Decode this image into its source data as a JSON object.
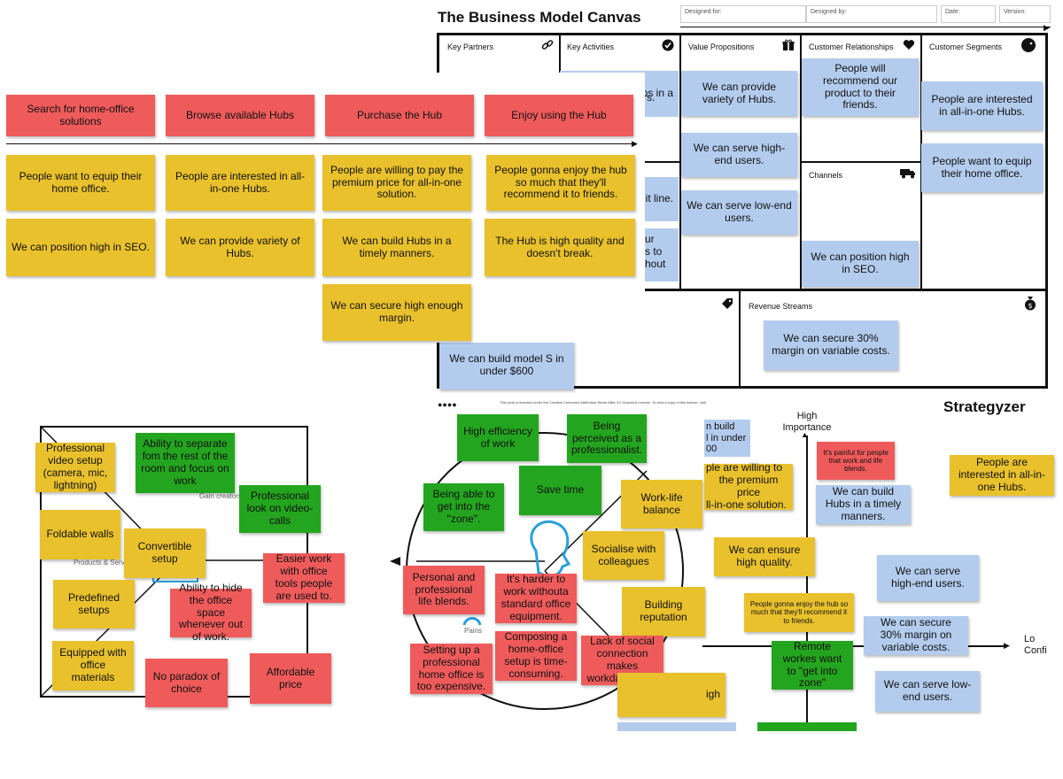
{
  "canvas": {
    "title": "The Business Model Canvas",
    "fields": {
      "designed_for": "Designed for:",
      "designed_by": "Designed by:",
      "date": "Date:",
      "version": "Version:"
    },
    "sections": {
      "key_partners": "Key Partners",
      "key_activities": "Key Activities",
      "value_propositions": "Value Propositions",
      "customer_relationships": "Customer Relationships",
      "customer_segments": "Customer Segments",
      "channels": "Channels",
      "revenue_streams": "Revenue Streams"
    },
    "partial_notes": {
      "a": "ps in a",
      "b": "rs.",
      "c": "lit line.",
      "d": "ur",
      "e": "s to",
      "f": "ithout"
    },
    "notes": {
      "vp1": "We can provide variety of Hubs.",
      "vp2": "We can serve high-end users.",
      "vp3": "We can serve low-end users.",
      "cr1": "People will recommend our product to their friends.",
      "cs1": "People are interested in all-in-one Hubs.",
      "cs2": "People want to equip their home office.",
      "ch1": "We can position high in SEO.",
      "rev1": "We can secure 30% margin on variable costs.",
      "cost1": "We can build model S in under $600"
    },
    "license": "This work is licensed under the Creative Commons Attribution-Share Alike 3.0 Unported License. To view a copy of this license, visit",
    "brand": "Strategyzer"
  },
  "journey": {
    "stages": [
      "Search for home-office solutions",
      "Browse available Hubs",
      "Purchase the Hub",
      "Enjoy using the Hub"
    ],
    "notes": [
      "People want to equip their home office.",
      "We can position high in SEO.",
      "People are interested in all-in-one Hubs.",
      "We can provide variety of Hubs.",
      "People are willing to pay the premium price for all-in-one solution.",
      "We can build Hubs in a timely manners.",
      "We can secure high enough margin.",
      "People gonna enjoy the hub so much that they'll recommend it to friends.",
      "The Hub is high quality and doesn't break."
    ]
  },
  "vpc_left": {
    "notes": {
      "video": "Professional video setup (camera, mic, lightning)",
      "separate": "Ability to separate fom the rest of the room and focus on work",
      "look": "Professional look on video-calls",
      "walls": "Foldable walls",
      "convertible": "Convertible setup",
      "easier": "Easier work with office tools people are used to.",
      "predefined": "Predefined setups",
      "hide": "Ability to hide the office space whenever out of work.",
      "equipped": "Equipped with office materials",
      "paradox": "No paradox of choice",
      "price": "Affordable price"
    },
    "labels": {
      "gain": "Gain creators",
      "products": "Products & Services"
    }
  },
  "vpc_right": {
    "notes": {
      "efficiency": "High efficiency of work",
      "perceived": "Being perceived as a professionalist.",
      "zone": "Being able to get into the \"zone\".",
      "time": "Save time",
      "balance": "Work-life balance",
      "socialise": "Socialise with colleagues",
      "reputation": "Building reputation",
      "blends": "Personal and professional life blends.",
      "harder": "It's harder to work withouta standard office equipment.",
      "expensive": "Setting up a professional home office is too expensive.",
      "composing": "Composing a home-office setup is time-consuming.",
      "social": "Lack of social connection makes workday duller."
    },
    "labels": {
      "pains": "Pains"
    }
  },
  "matrix": {
    "y_label": "High Importance",
    "x_label_partial": "Lo Confi",
    "partial_notes": {
      "a": "n build",
      "b": "l in under",
      "c": "00",
      "d": "ple are willing to",
      "e": "the premium price",
      "f": "ll-in-one solution.",
      "g": "igh"
    },
    "notes": {
      "painful": "It's painful for people that work and life blends.",
      "hubs_interest": "People are interested in all-in-one Hubs.",
      "timely": "We can build Hubs in a timely manners.",
      "quality": "We can ensure high quality.",
      "highend": "We can serve high-end users.",
      "enjoy": "People gonna enjoy the hub so much that they'll recommend it to friends.",
      "margin": "We can secure 30% margin on variable costs.",
      "remote": "Remote workes want to \"get into zone\"",
      "lowend": "We can serve low-end users."
    }
  },
  "colors": {
    "yellow": "#e9c12d",
    "red": "#ef5b5b",
    "green": "#24a51f",
    "blue": "#b3ccee"
  }
}
